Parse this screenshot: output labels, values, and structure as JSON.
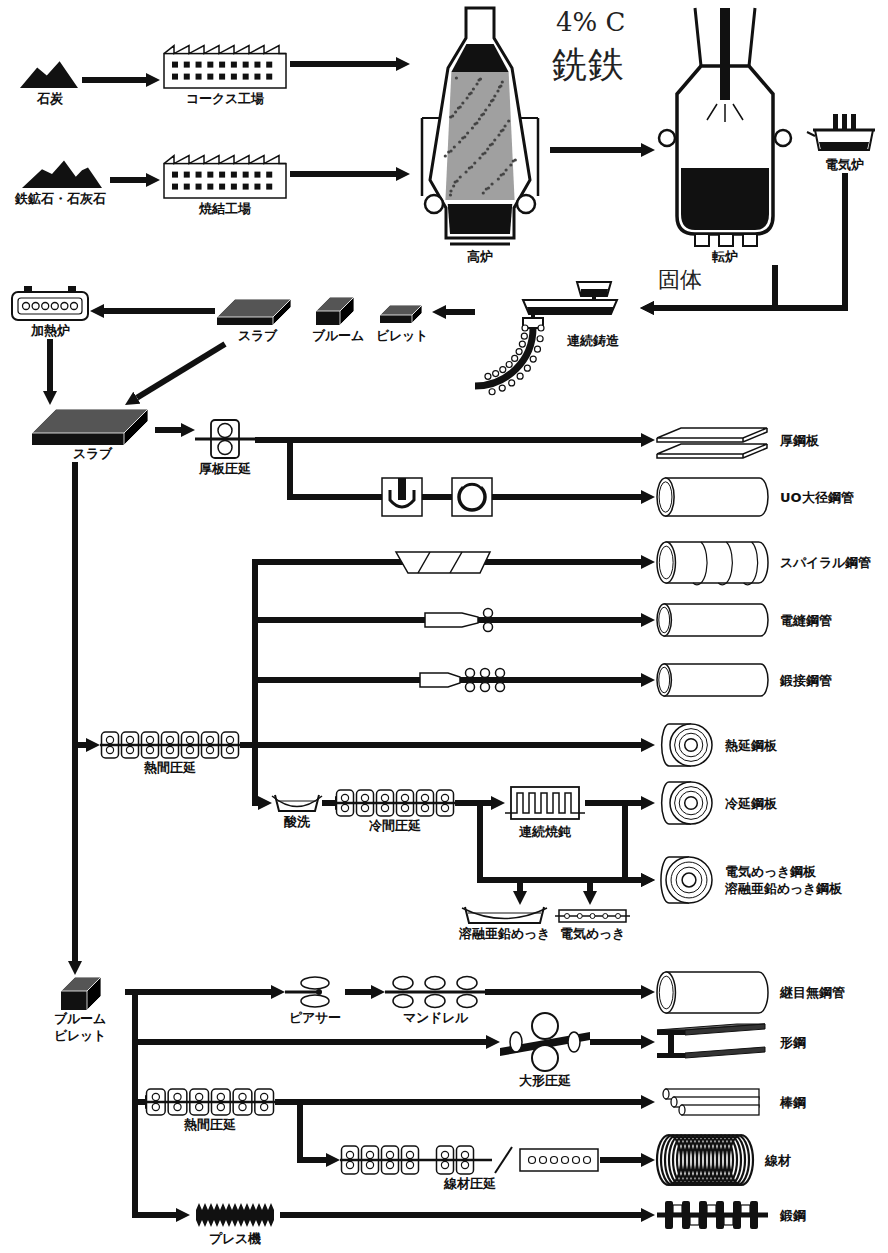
{
  "diagram": {
    "nodes": [
      {
        "text": [
          "石炭"
        ]
      },
      {
        "text": [
          "コークス工場"
        ]
      },
      {
        "text": [
          "鉄鉱石・石灰石"
        ]
      },
      {
        "text": [
          "焼結工場"
        ]
      },
      {
        "text": [
          "高炉"
        ]
      },
      {
        "text": [
          "転炉"
        ]
      },
      {
        "text": [
          "電気炉"
        ]
      },
      {
        "text": [
          "連続鋳造"
        ]
      },
      {
        "text": [
          "スラブ"
        ]
      },
      {
        "text": [
          "ブルーム"
        ]
      },
      {
        "text": [
          "ビレット"
        ]
      },
      {
        "text": [
          "加熱炉"
        ]
      },
      {
        "text": [
          "スラブ"
        ]
      },
      {
        "text": [
          "厚板圧延"
        ]
      },
      {
        "text": [
          "厚鋼板"
        ]
      },
      {
        "text": [
          "UO大径鋼管"
        ]
      },
      {
        "text": [
          "スパイラル鋼管"
        ]
      },
      {
        "text": [
          "電縫鋼管"
        ]
      },
      {
        "text": [
          "鍛接鋼管"
        ]
      },
      {
        "text": [
          "熱間圧延"
        ]
      },
      {
        "text": [
          "熱延鋼板"
        ]
      },
      {
        "text": [
          "酸洗"
        ]
      },
      {
        "text": [
          "冷間圧延"
        ]
      },
      {
        "text": [
          "連続焼鈍"
        ]
      },
      {
        "text": [
          "冷延鋼板"
        ]
      },
      {
        "text": [
          "電気めっき鋼板",
          "溶融亜鉛めっき鋼板"
        ]
      },
      {
        "text": [
          "溶融亜鉛めっき"
        ]
      },
      {
        "text": [
          "電気めっき"
        ]
      },
      {
        "text": [
          "ブルーム ビレット"
        ]
      },
      {
        "text": [
          "ピアサー"
        ]
      },
      {
        "text": [
          "マンドレル"
        ]
      },
      {
        "text": [
          "継目無鋼管"
        ]
      },
      {
        "text": [
          "大形圧延"
        ]
      },
      {
        "text": [
          "形鋼"
        ]
      },
      {
        "text": [
          "熱間圧延"
        ]
      },
      {
        "text": [
          "棒鋼"
        ]
      },
      {
        "text": [
          "線材圧延"
        ]
      },
      {
        "text": [
          "線材"
        ]
      },
      {
        "text": [
          "プレス機"
        ]
      },
      {
        "text": [
          "鍛鋼"
        ]
      }
    ],
    "edges": [
      {
        "from": 0,
        "to": 1,
        "arrow": "to"
      },
      {
        "from": 2,
        "to": 3,
        "arrow": "to"
      },
      {
        "from": 1,
        "to": 4,
        "arrow": "to"
      },
      {
        "from": 3,
        "to": 4,
        "arrow": "to"
      },
      {
        "from": 4,
        "to": 5,
        "arrow": "to"
      },
      {
        "from": 5,
        "to": 7,
        "arrow": "to"
      },
      {
        "from": 6,
        "to": 7,
        "arrow": "to"
      },
      {
        "from": 7,
        "to": 10,
        "arrow": "to"
      },
      {
        "from": 8,
        "to": 11,
        "arrow": "to"
      },
      {
        "from": 11,
        "to": 12,
        "arrow": "to"
      },
      {
        "from": 8,
        "to": 12,
        "arrow": "to"
      },
      {
        "from": 12,
        "to": 13,
        "arrow": "to"
      },
      {
        "from": 13,
        "to": 14,
        "arrow": "to"
      },
      {
        "from": 13,
        "to": 15,
        "arrow": "to"
      },
      {
        "from": 12,
        "to": 19,
        "arrow": "to"
      },
      {
        "from": 12,
        "to": 28,
        "arrow": "to"
      },
      {
        "from": 19,
        "to": 16,
        "arrow": "to"
      },
      {
        "from": 19,
        "to": 17,
        "arrow": "to"
      },
      {
        "from": 19,
        "to": 18,
        "arrow": "to"
      },
      {
        "from": 19,
        "to": 20,
        "arrow": "to"
      },
      {
        "from": 19,
        "to": 21,
        "arrow": "to"
      },
      {
        "from": 21,
        "to": 22,
        "arrow": "to"
      },
      {
        "from": 22,
        "to": 23,
        "arrow": "to"
      },
      {
        "from": 23,
        "to": 24,
        "arrow": "to"
      },
      {
        "from": 22,
        "to": 25,
        "arrow": "to"
      },
      {
        "from": 23,
        "to": 25,
        "arrow": "to"
      },
      {
        "from": 23,
        "to": 26,
        "arrow": "to"
      },
      {
        "from": 23,
        "to": 27,
        "arrow": "to"
      },
      {
        "from": 28,
        "to": 29,
        "arrow": "to"
      },
      {
        "from": 29,
        "to": 30,
        "arrow": "to"
      },
      {
        "from": 30,
        "to": 31,
        "arrow": "to"
      },
      {
        "from": 28,
        "to": 32,
        "arrow": "to"
      },
      {
        "from": 32,
        "to": 33,
        "arrow": "to"
      },
      {
        "from": 28,
        "to": 34,
        "arrow": "to"
      },
      {
        "from": 34,
        "to": 35,
        "arrow": "to"
      },
      {
        "from": 34,
        "to": 36,
        "arrow": "to"
      },
      {
        "from": 36,
        "to": 37,
        "arrow": "to"
      },
      {
        "from": 28,
        "to": 38,
        "arrow": "to"
      },
      {
        "from": 38,
        "to": 39,
        "arrow": "to"
      }
    ],
    "labels": [
      "4% C",
      "銑鉄",
      "固体"
    ]
  }
}
